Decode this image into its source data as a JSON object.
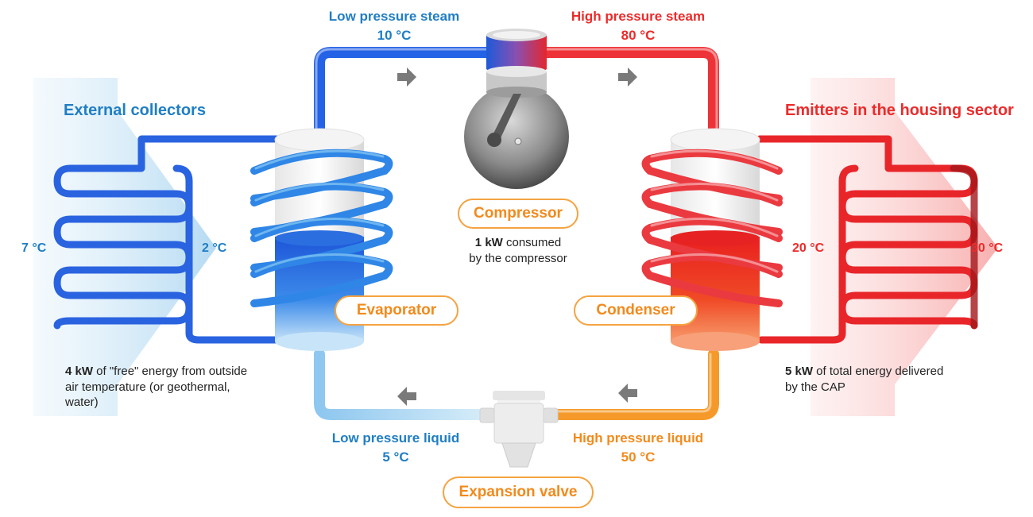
{
  "labels": {
    "low_steam": "Low pressure steam",
    "low_steam_temp": "10 °C",
    "high_steam": "High pressure steam",
    "high_steam_temp": "80 °C",
    "external_collectors": "External collectors",
    "emitters": "Emitters in the housing sector",
    "low_liquid": "Low pressure liquid",
    "low_liquid_temp": "5 °C",
    "high_liquid": "High pressure liquid",
    "high_liquid_temp": "50 °C"
  },
  "temps": {
    "outside_in": "7 °C",
    "outside_out": "2 °C",
    "house_in": "20 °C",
    "house_out": "30 °C"
  },
  "components": {
    "compressor": "Compressor",
    "evaporator": "Evaporator",
    "condenser": "Condenser",
    "expansion_valve": "Expansion valve"
  },
  "notes": {
    "compressor_value": "1 kW",
    "compressor_line1": " consumed",
    "compressor_line2": "by the compressor",
    "free_value": "4 kW",
    "free_line1": " of \"free\" energy from outside",
    "free_line2": "air temperature (or geothermal,",
    "free_line3": "water)",
    "total_value": "5 kW",
    "total_line1": " of total energy delivered",
    "total_line2": "by the CAP"
  },
  "colors": {
    "cold": "#1f7ec4",
    "hot": "#ec2b2b",
    "liquid_hot": "#f28a1c",
    "component_label": "#f28a1c"
  }
}
